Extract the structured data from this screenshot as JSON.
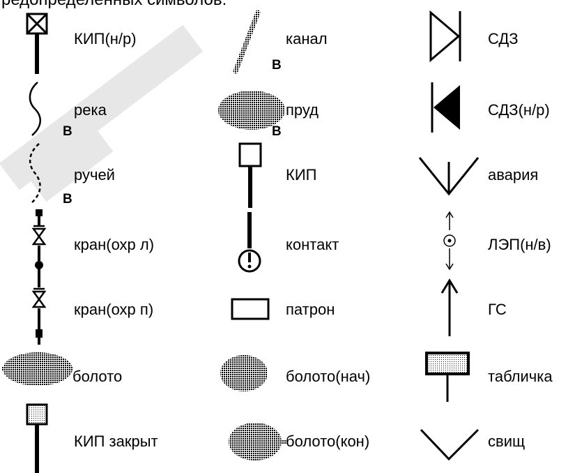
{
  "header": {
    "text": "редопределенных символов:"
  },
  "symbols": [
    {
      "label": "КИП(н/р)",
      "icon": "kip-nr-icon"
    },
    {
      "label": "река",
      "icon": "river-icon"
    },
    {
      "label": "ручей",
      "icon": "stream-icon"
    },
    {
      "label": "кран(охр л)",
      "icon": "valve-guard-left-icon"
    },
    {
      "label": "кран(охр п)",
      "icon": "valve-guard-right-icon"
    },
    {
      "label": "болото",
      "icon": "swamp-icon"
    },
    {
      "label": "КИП закрыт",
      "icon": "kip-closed-icon"
    },
    {
      "label": "канал",
      "icon": "canal-icon"
    },
    {
      "label": "пруд",
      "icon": "pond-icon"
    },
    {
      "label": "КИП",
      "icon": "kip-icon"
    },
    {
      "label": "контакт",
      "icon": "contact-icon"
    },
    {
      "label": "патрон",
      "icon": "casing-icon"
    },
    {
      "label": "болото(нач)",
      "icon": "swamp-start-icon"
    },
    {
      "label": "болото(кон)",
      "icon": "swamp-end-icon"
    },
    {
      "label": "СДЗ",
      "icon": "sdz-icon"
    },
    {
      "label": "СДЗ(н/р)",
      "icon": "sdz-nr-icon"
    },
    {
      "label": "авария",
      "icon": "accident-icon"
    },
    {
      "label": "ЛЭП(н/в)",
      "icon": "power-line-icon"
    },
    {
      "label": "ГС",
      "icon": "gs-icon"
    },
    {
      "label": "табличка",
      "icon": "sign-plate-icon"
    },
    {
      "label": "свищ",
      "icon": "fistula-icon"
    }
  ],
  "water_marks": {
    "river": "B",
    "stream": "B",
    "canal": "B",
    "pond": "B"
  }
}
